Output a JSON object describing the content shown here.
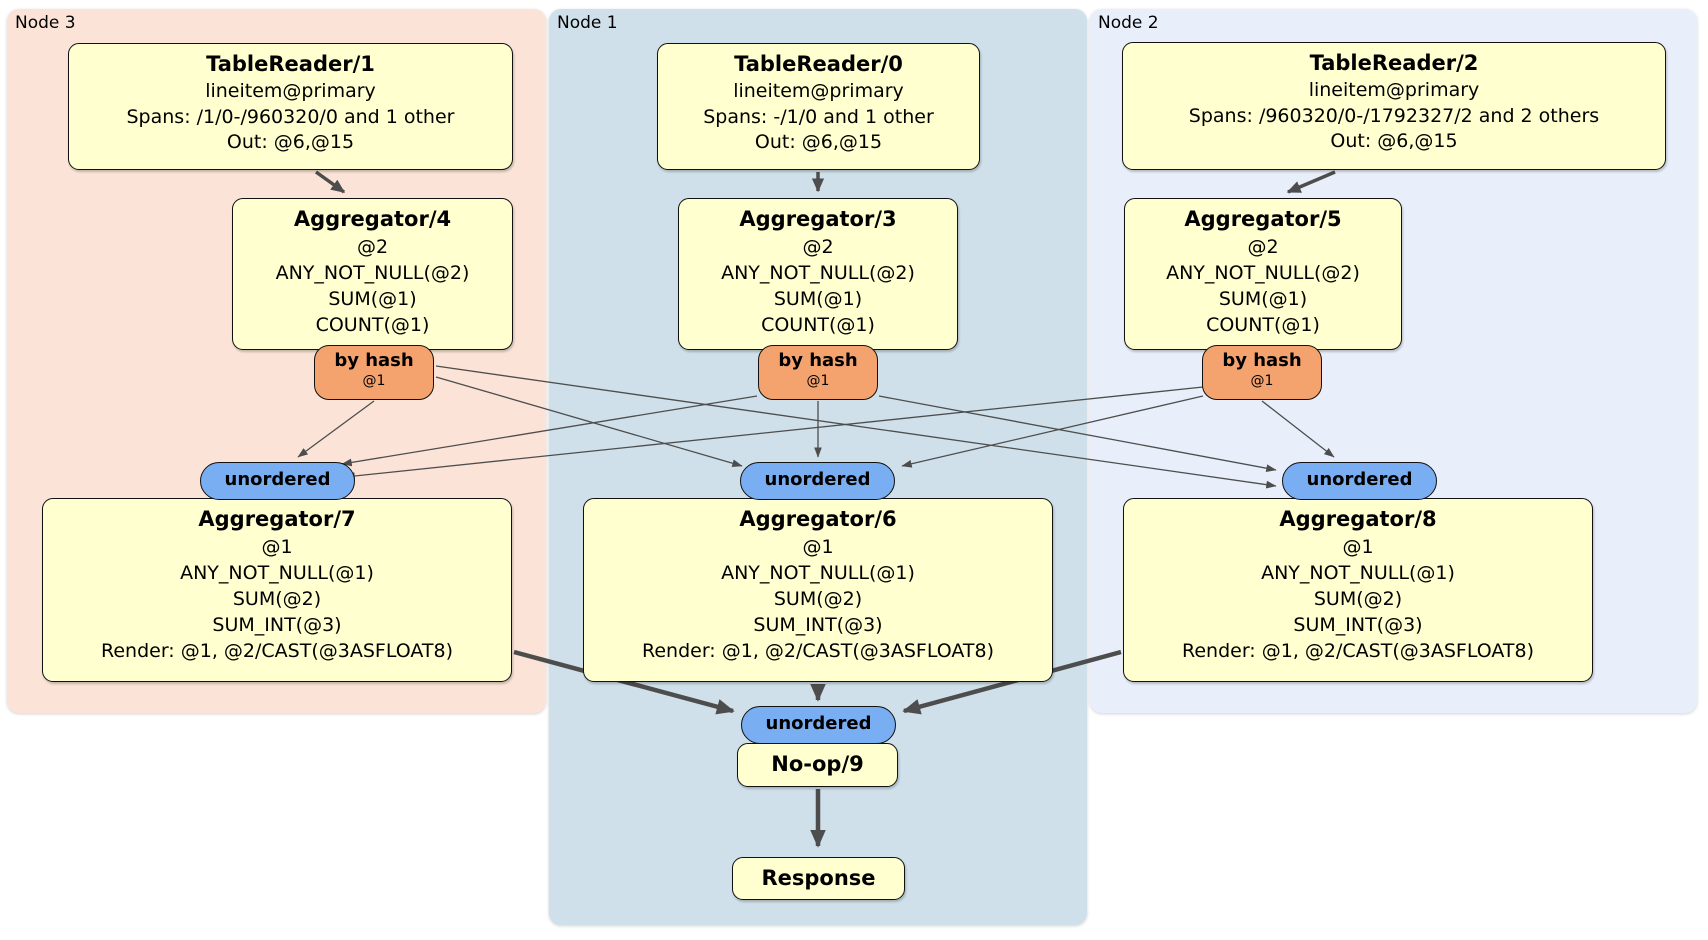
{
  "regions": {
    "node3": {
      "label": "Node 3"
    },
    "node1": {
      "label": "Node 1"
    },
    "node2": {
      "label": "Node 2"
    }
  },
  "processors": {
    "tr1": {
      "title": "TableReader/1",
      "lines": [
        "lineitem@primary",
        "Spans: /1/0-/960320/0 and 1 other",
        "Out: @6,@15"
      ]
    },
    "tr0": {
      "title": "TableReader/0",
      "lines": [
        "lineitem@primary",
        "Spans: -/1/0 and 1 other",
        "Out: @6,@15"
      ]
    },
    "tr2": {
      "title": "TableReader/2",
      "lines": [
        "lineitem@primary",
        "Spans: /960320/0-/1792327/2 and 2 others",
        "Out: @6,@15"
      ]
    },
    "agg4": {
      "title": "Aggregator/4",
      "lines": [
        "@2",
        "ANY_NOT_NULL(@2)",
        "SUM(@1)",
        "COUNT(@1)"
      ]
    },
    "agg3": {
      "title": "Aggregator/3",
      "lines": [
        "@2",
        "ANY_NOT_NULL(@2)",
        "SUM(@1)",
        "COUNT(@1)"
      ]
    },
    "agg5": {
      "title": "Aggregator/5",
      "lines": [
        "@2",
        "ANY_NOT_NULL(@2)",
        "SUM(@1)",
        "COUNT(@1)"
      ]
    },
    "agg7": {
      "title": "Aggregator/7",
      "lines": [
        "@1",
        "ANY_NOT_NULL(@1)",
        "SUM(@2)",
        "SUM_INT(@3)",
        "Render: @1, @2/CAST(@3ASFLOAT8)"
      ]
    },
    "agg6": {
      "title": "Aggregator/6",
      "lines": [
        "@1",
        "ANY_NOT_NULL(@1)",
        "SUM(@2)",
        "SUM_INT(@3)",
        "Render: @1, @2/CAST(@3ASFLOAT8)"
      ]
    },
    "agg8": {
      "title": "Aggregator/8",
      "lines": [
        "@1",
        "ANY_NOT_NULL(@1)",
        "SUM(@2)",
        "SUM_INT(@3)",
        "Render: @1, @2/CAST(@3ASFLOAT8)"
      ]
    },
    "noop": {
      "title": "No-op/9"
    },
    "response": {
      "title": "Response"
    }
  },
  "router": {
    "label": "by hash",
    "sub": "@1"
  },
  "stream": {
    "unordered_label": "unordered"
  },
  "colors": {
    "node3_bg": "#fbe4d7",
    "node1_bg": "#cfe0ea",
    "node2_bg": "#e9effa",
    "processor_bg": "#ffffcf",
    "router_bg": "#f5a36e",
    "stream_bg": "#79aef2",
    "edge": "#4d4d4d"
  }
}
